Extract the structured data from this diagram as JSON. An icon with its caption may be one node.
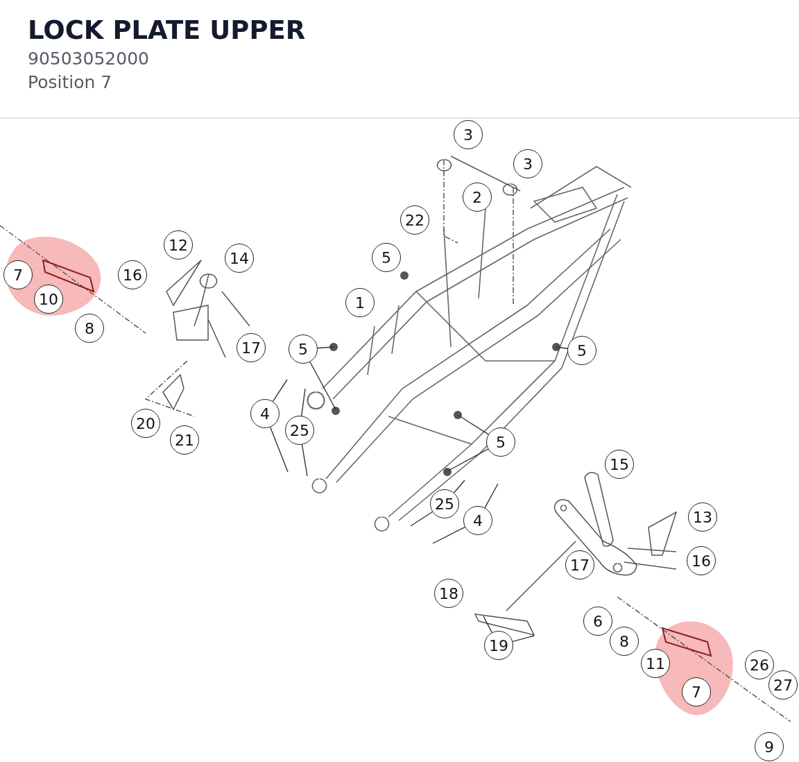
{
  "diagram": {
    "title": "LOCK PLATE UPPER",
    "nodes": [
      {
        "text": [
          "3"
        ]
      },
      {
        "text": [
          "3"
        ]
      },
      {
        "text": [
          "2"
        ]
      },
      {
        "text": [
          "22"
        ]
      },
      {
        "text": [
          "12"
        ]
      },
      {
        "text": [
          "5"
        ]
      },
      {
        "text": [
          "14"
        ]
      },
      {
        "text": [
          "16"
        ]
      },
      {
        "text": [
          "7"
        ]
      },
      {
        "text": [
          "10"
        ]
      },
      {
        "text": [
          "1"
        ]
      },
      {
        "text": [
          "8"
        ]
      },
      {
        "text": [
          "17"
        ]
      },
      {
        "text": [
          "5"
        ]
      },
      {
        "text": [
          "5"
        ]
      },
      {
        "text": [
          "4"
        ]
      },
      {
        "text": [
          "20"
        ]
      },
      {
        "text": [
          "25"
        ]
      },
      {
        "text": [
          "21"
        ]
      },
      {
        "text": [
          "5"
        ]
      },
      {
        "text": [
          "15"
        ]
      },
      {
        "text": [
          "25"
        ]
      },
      {
        "text": [
          "13"
        ]
      },
      {
        "text": [
          "4"
        ]
      },
      {
        "text": [
          "16"
        ]
      },
      {
        "text": [
          "17"
        ]
      },
      {
        "text": [
          "18"
        ]
      },
      {
        "text": [
          "6"
        ]
      },
      {
        "text": [
          "8"
        ]
      },
      {
        "text": [
          "19"
        ]
      },
      {
        "text": [
          "11"
        ]
      },
      {
        "text": [
          "26"
        ]
      },
      {
        "text": [
          "27"
        ]
      },
      {
        "text": [
          "7"
        ]
      },
      {
        "text": [
          "9"
        ]
      }
    ],
    "edges": [
      {
        "from": 13,
        "to": null,
        "arrow": "none"
      },
      {
        "from": 13,
        "to": null,
        "arrow": "none"
      },
      {
        "from": 14,
        "to": null,
        "arrow": "none"
      },
      {
        "from": 15,
        "to": null,
        "arrow": "none"
      },
      {
        "from": 15,
        "to": null,
        "arrow": "none"
      },
      {
        "from": 17,
        "to": null,
        "arrow": "none"
      },
      {
        "from": 17,
        "to": null,
        "arrow": "none"
      },
      {
        "from": 19,
        "to": null,
        "arrow": "none"
      },
      {
        "from": 19,
        "to": null,
        "arrow": "none"
      },
      {
        "from": 21,
        "to": null,
        "arrow": "none"
      },
      {
        "from": 21,
        "to": null,
        "arrow": "none"
      },
      {
        "from": 23,
        "to": null,
        "arrow": "none"
      },
      {
        "from": 23,
        "to": null,
        "arrow": "none"
      },
      {
        "from": 29,
        "to": null,
        "arrow": "none"
      },
      {
        "from": 29,
        "to": null,
        "arrow": "none"
      }
    ],
    "labels": [
      "90503052000",
      "Position 7"
    ]
  }
}
